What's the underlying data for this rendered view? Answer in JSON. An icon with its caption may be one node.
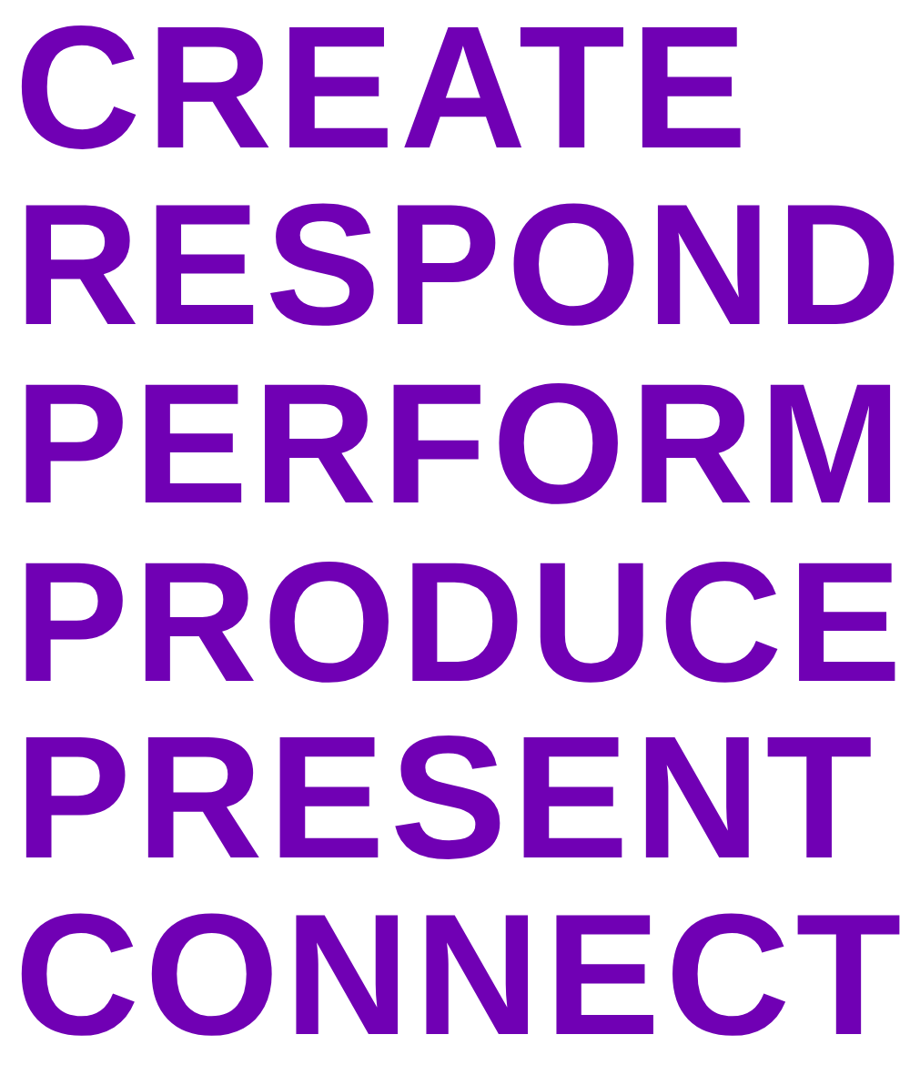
{
  "diagram": {
    "labels": [
      "CREATE",
      "RESPOND",
      "PERFORM",
      "PRODUCE",
      "PRESENT",
      "CONNECT"
    ]
  }
}
